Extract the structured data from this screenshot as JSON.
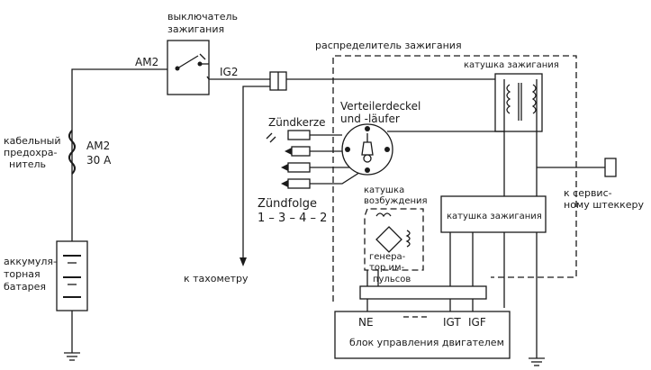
{
  "labels": {
    "ignition_switch_1": "выключатель",
    "ignition_switch_2": "зажигания",
    "am2_top": "AM2",
    "ig2": "IG2",
    "distributor": "распределитель зажигания",
    "ignition_coil_top": "катушка зажигания",
    "spark_plug": "Zündkerze",
    "cap_rotor_1": "Verteilerdeckel",
    "cap_rotor_2": "und -läufer",
    "fuse_1": "кабельный",
    "fuse_2": "предохра-",
    "fuse_3": "нитель",
    "fuse_am2": "AM2",
    "fuse_amp": "30 A",
    "firing_order_1": "Zündfolge",
    "firing_order_2": "1 – 3 – 4 – 2",
    "excitation_coil_1": "катушка",
    "excitation_coil_2": "возбуждения",
    "igniter": "катушка  зажигания",
    "service_1": "к сервис-",
    "service_2": "ному штеккеру",
    "battery_1": "аккумуля-",
    "battery_2": "торная",
    "battery_3": "батарея",
    "tachometer": "к тахометру",
    "pulse_gen_1": "генера-",
    "pulse_gen_2": "тор им-",
    "pulse_gen_3": "пульсов",
    "ecu": "блок управления двигателем",
    "pin_ne": "NE",
    "pin_igt": "IGT",
    "pin_igf": "IGF"
  }
}
